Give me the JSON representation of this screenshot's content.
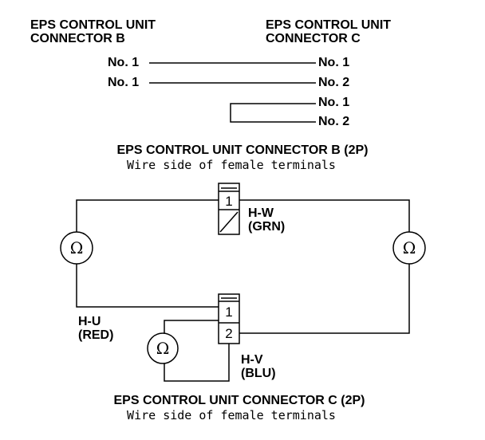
{
  "header": {
    "left_line1": "EPS CONTROL UNIT",
    "left_line2": "CONNECTOR B",
    "right_line1": "EPS CONTROL UNIT",
    "right_line2": "CONNECTOR C"
  },
  "continuity": {
    "row1_left": "No. 1",
    "row1_right": "No. 1",
    "row2_left": "No. 1",
    "row2_right": "No. 2",
    "row3_right": "No. 1",
    "row4_right": "No. 2"
  },
  "connector_b": {
    "title": "EPS CONTROL UNIT CONNECTOR B (2P)",
    "subtitle": "Wire side of female terminals",
    "pin_1": "1"
  },
  "connector_c": {
    "title": "EPS CONTROL UNIT CONNECTOR C (2P)",
    "subtitle": "Wire side of female terminals",
    "pin_1": "1",
    "pin_2": "2"
  },
  "wires": {
    "hw_name": "H-W",
    "hw_color": "(GRN)",
    "hu_name": "H-U",
    "hu_color": "(RED)",
    "hv_name": "H-V",
    "hv_color": "(BLU)"
  },
  "meters": {
    "symbol": "Ω"
  },
  "icons": [
    "ohmmeter-icon"
  ]
}
